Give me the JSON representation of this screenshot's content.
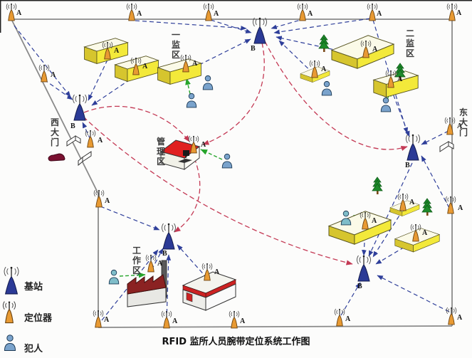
{
  "title": "RFID 监所人员腕带定位系统工作图",
  "labels": {
    "antenna": "A",
    "base_station": "B"
  },
  "zones": {
    "zone1": "一监区",
    "zone2": "二监区",
    "management": "管理区",
    "work": "工作区",
    "west_gate": "西大门",
    "east_gate": "东大门"
  },
  "legend": {
    "base_station": "基站",
    "locator": "定位器",
    "prisoner": "犯人"
  },
  "icons": {
    "base_station": "blue-radio-cone",
    "locator": "orange-radio-cone",
    "prisoner": "person-figure"
  },
  "colors": {
    "base_station": "#2b3a96",
    "locator": "#e89a33",
    "building_yellow": "#f3e93a",
    "roof_red": "#e02020",
    "factory_red": "#8b2222",
    "signal_navy": "#2f3f9a",
    "signal_red": "#c43a55",
    "signal_green": "#27a52c",
    "fence_gray": "#8a8a8a",
    "prisoner_blue": "#7aa3cc",
    "prisoner_teal": "#7fbdc9"
  }
}
